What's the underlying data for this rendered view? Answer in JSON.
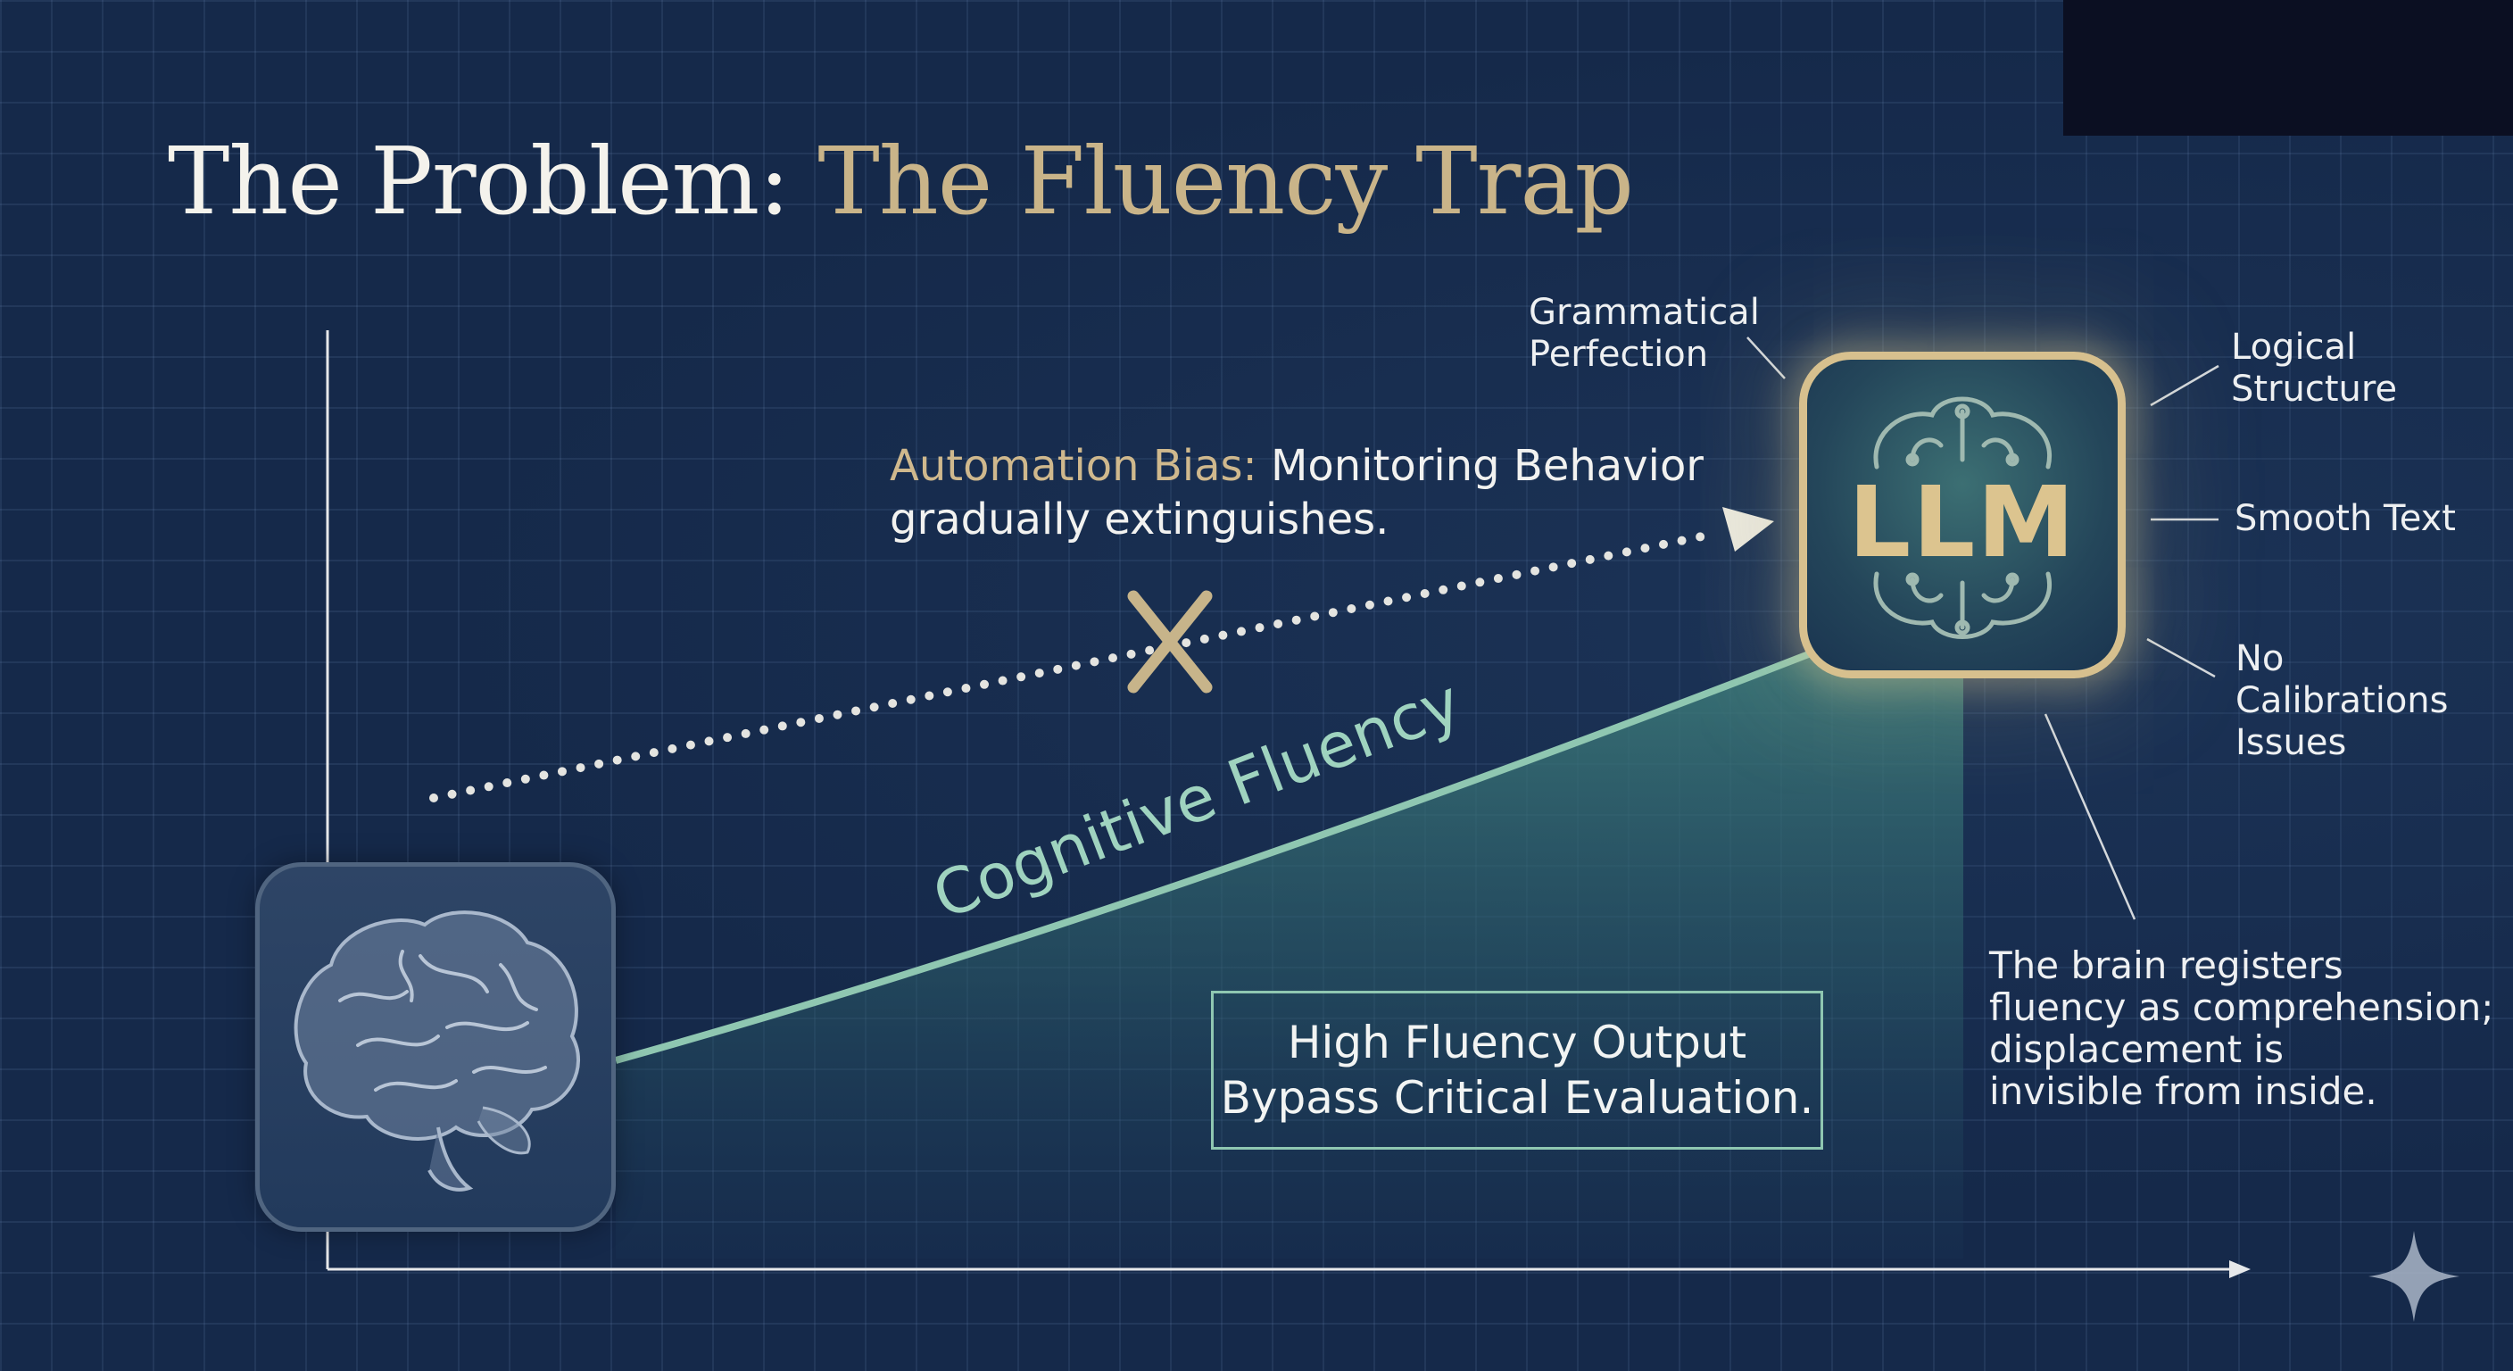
{
  "title": {
    "main": "The Problem:",
    "accent": "The Fluency Trap"
  },
  "automation_bias": {
    "label": "Automation Bias:",
    "line1": "Monitoring Behavior",
    "line2": "gradually extinguishes."
  },
  "curve_label": "Cognitive Fluency",
  "llm": {
    "label": "LLM",
    "features": {
      "grammatical": [
        "Grammatical",
        "Perfection"
      ],
      "logical": [
        "Logical",
        "Structure"
      ],
      "smooth": "Smooth Text",
      "calibration": [
        "No",
        "Calibrations",
        "Issues"
      ]
    }
  },
  "output_box": {
    "line1": "High Fluency Output",
    "line2": "Bypass Critical Evaluation."
  },
  "note": [
    "The brain registers",
    "fluency as comprehension;",
    "displacement is",
    "invisible from inside."
  ],
  "colors": {
    "background": "#15294a",
    "gold": "#c9b489",
    "mint": "#8fc7b1",
    "text": "#eef0f2"
  }
}
